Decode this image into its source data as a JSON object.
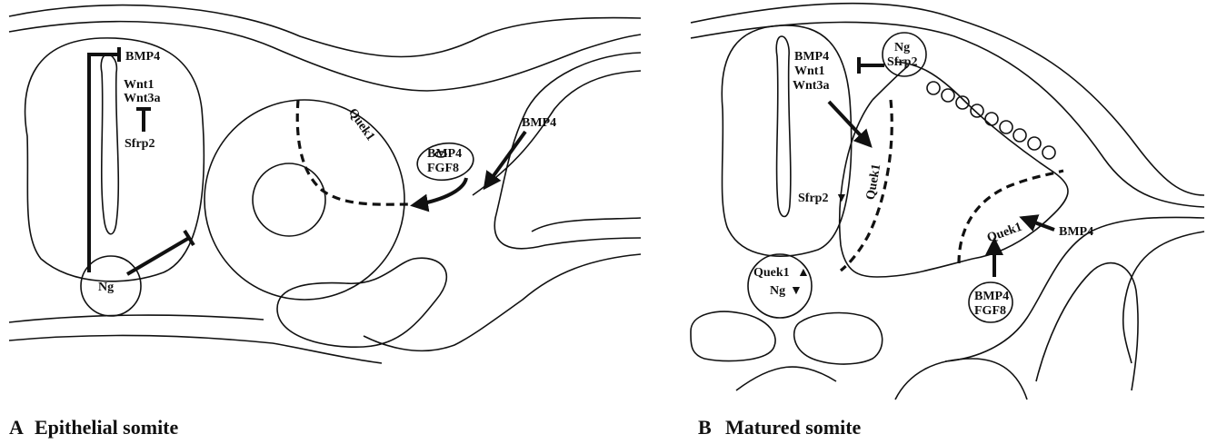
{
  "panel_a": {
    "letter": "A",
    "title": "Epithelial somite",
    "labels": {
      "bmp4_top": "BMP4",
      "wnt1": "Wnt1",
      "wnt3a": "Wnt3a",
      "sfrp2": "Sfrp2",
      "quek1": "Quek1",
      "bmp4_ect": "BMP4",
      "fgf8": "FGF8",
      "bmp4_lat": "BMP4",
      "ng": "Ng"
    }
  },
  "panel_b": {
    "letter": "B",
    "title": "Matured somite",
    "labels": {
      "bmp4_top": "BMP4",
      "wnt1": "Wnt1",
      "wnt3a": "Wnt3a",
      "ng_top": "Ng",
      "sfrp2_top": "Sfrp2",
      "quek1_left": "Quek1",
      "sfrp2_low": "Sfrp2",
      "quek1_right": "Quek1",
      "bmp4_lat": "BMP4",
      "bmp4_ect": "BMP4",
      "fgf8": "FGF8",
      "quek1_ng_quek": "Quek1",
      "quek1_ng_ng": "Ng"
    }
  }
}
